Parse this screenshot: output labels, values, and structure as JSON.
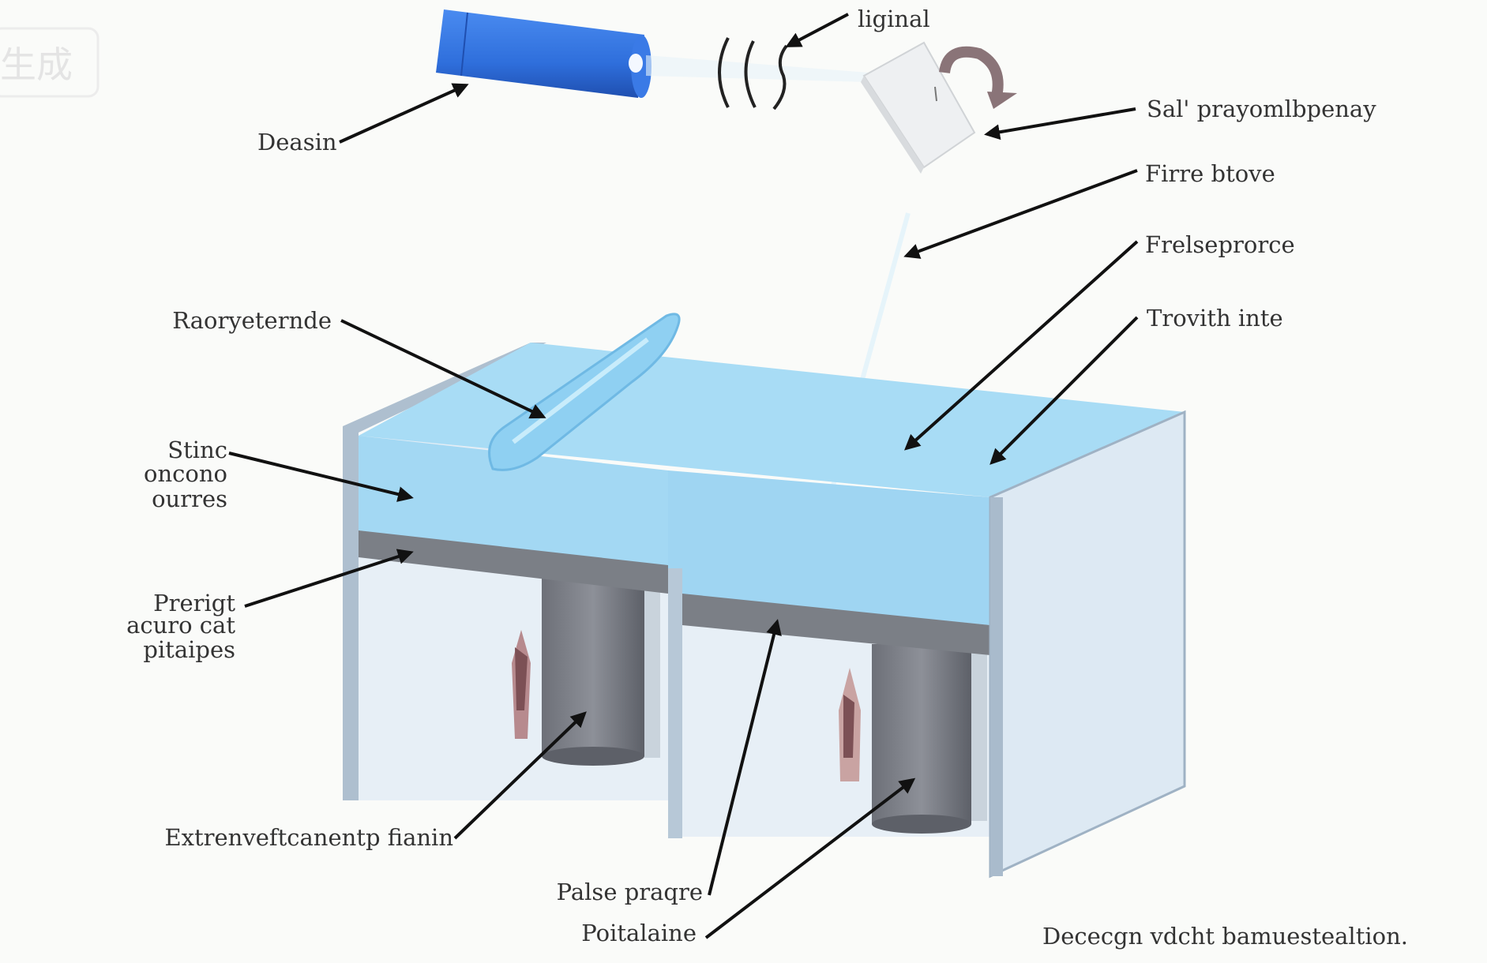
{
  "watermark": "生成",
  "labels": {
    "liginal": "liginal",
    "deasin": "Deasin",
    "sal": "Sal' prayomlbpenay",
    "firre": "Firre btove",
    "frelse": "Frelseprorce",
    "trovith": "Trovith inte",
    "raory": "Raoryeternde",
    "stinc": [
      "Stinc",
      "oncono",
      "ourres"
    ],
    "prerigt": [
      "Prerigt",
      "acuro cat",
      "pitaipes"
    ],
    "extren": "Extrenveftcanentp fianin",
    "palse": "Palse praqre",
    "poital": "Poitalaine",
    "caption": "Dececgn vdcht bamuestealtion."
  },
  "colors": {
    "cylinder": "#2f6fdc",
    "liquid": "#a8dcf5",
    "plate": "#7b7f86",
    "arrow": "#111111"
  }
}
